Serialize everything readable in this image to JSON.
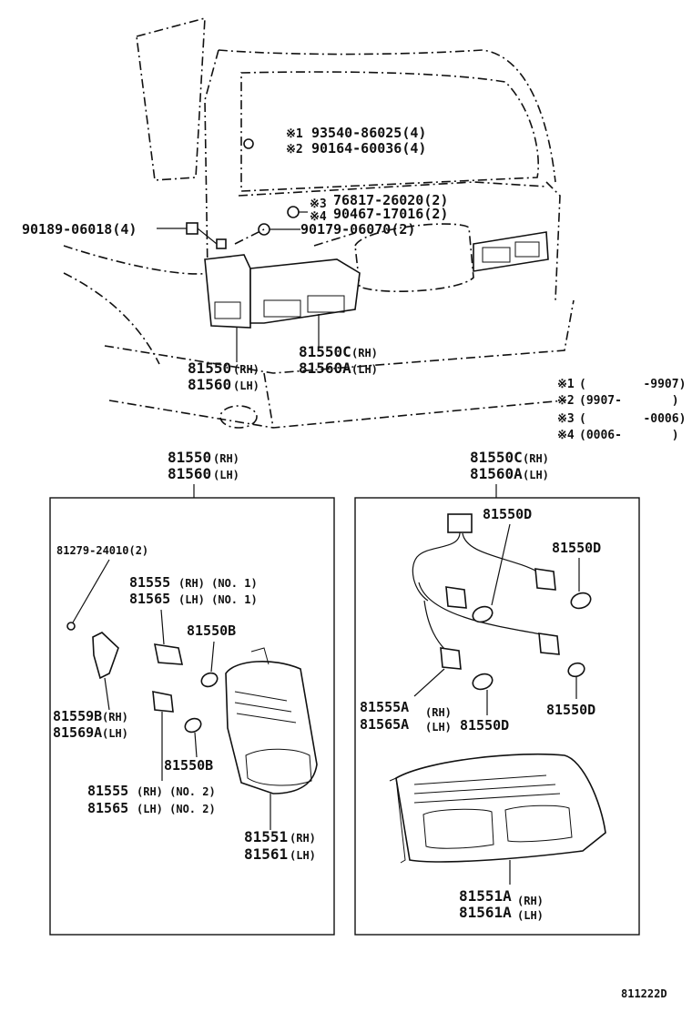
{
  "top_labels": {
    "note1_mark": "※1",
    "note1_part": "93540-86025(4)",
    "note2_mark": "※2",
    "note2_part": "90164-60036(4)",
    "note3_mark": "※3",
    "note3_part": "76817-26020(2)",
    "note4_mark": "※4",
    "note4_part": "90467-17016(2)",
    "screw_left": "90189-06018(4)",
    "screw_center": "90179-06070(2)",
    "lamp_outer_rh": "81550",
    "lamp_outer_rh_side": "(RH)",
    "lamp_outer_lh": "81560",
    "lamp_outer_lh_side": "(LH)",
    "lamp_inner_rh": "81550C",
    "lamp_inner_rh_side": "(RH)",
    "lamp_inner_lh": "81560A",
    "lamp_inner_lh_side": "(LH)"
  },
  "legend": [
    {
      "mark": "※1",
      "range": "(        -9907)"
    },
    {
      "mark": "※2",
      "range": "(9907-       )"
    },
    {
      "mark": "※3",
      "range": "(        -0006)"
    },
    {
      "mark": "※4",
      "range": "(0006-       )"
    }
  ],
  "left_box": {
    "header_rh": "81550",
    "header_rh_side": "(RH)",
    "header_lh": "81560",
    "header_lh_side": "(LH)",
    "screw": "81279-24010(2)",
    "socket_no1_rh": "81555",
    "socket_no1_rh_side": "(RH) (NO. 1)",
    "socket_no1_lh": "81565",
    "socket_no1_lh_side": "(LH) (NO. 1)",
    "bulb_top": "81550B",
    "holder_rh": "81559B",
    "holder_rh_side": "(RH)",
    "holder_lh": "81569A",
    "holder_lh_side": "(LH)",
    "bulb_bottom": "81550B",
    "socket_no2_rh": "81555",
    "socket_no2_rh_side": "(RH) (NO. 2)",
    "socket_no2_lh": "81565",
    "socket_no2_lh_side": "(LH) (NO. 2)",
    "lens_rh": "81551",
    "lens_rh_side": "(RH)",
    "lens_lh": "81561",
    "lens_lh_side": "(LH)"
  },
  "right_box": {
    "header_rh": "81550C",
    "header_rh_side": "(RH)",
    "header_lh": "81560A",
    "header_lh_side": "(LH)",
    "bulb_a": "81550D",
    "bulb_b": "81550D",
    "bulb_c": "81550D",
    "bulb_d": "81550D",
    "socket_rh": "81555A",
    "socket_rh_side": "(RH)",
    "socket_lh": "81565A",
    "socket_lh_side": "(LH)",
    "lens_rh": "81551A",
    "lens_rh_side": "(RH)",
    "lens_lh": "81561A",
    "lens_lh_side": "(LH)"
  },
  "figure_code": "811222D"
}
